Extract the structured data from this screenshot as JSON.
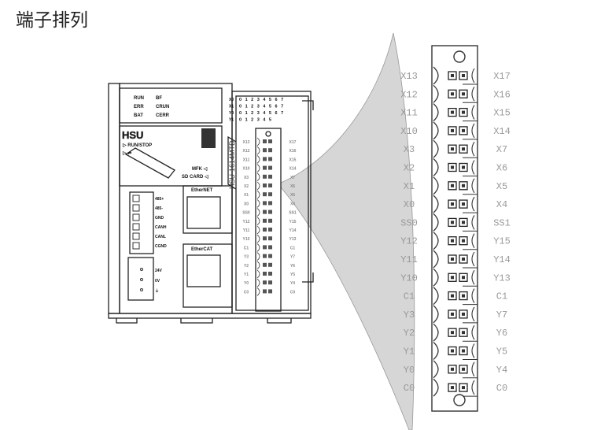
{
  "title": "端子排列",
  "device": {
    "model": "HSU-1614MTD",
    "brand": "HSU",
    "leds_left": [
      "RUN",
      "ERR",
      "BAT"
    ],
    "leds_right": [
      "BF",
      "CRUN",
      "CERR"
    ],
    "run_stop": "RUN/STOP",
    "mfk": "MFK",
    "sd_card": "SD CARD",
    "ethernet": "EtherNET",
    "ethercat": "EtherCAT",
    "comm_terminals": [
      "485+",
      "485-",
      "GND",
      "CANH",
      "CANL",
      "CGND"
    ],
    "power_terminals": [
      "24V",
      "0V",
      "⏚"
    ],
    "io_status_rows": [
      {
        "label": "X0",
        "digits": "0 1 2 3 4 5 6 7"
      },
      {
        "label": "X1",
        "digits": "0 1 2 3 4 5 6 7"
      },
      {
        "label": "Y0",
        "digits": "0 1 2 3 4 5 6 7"
      },
      {
        "label": "Y1",
        "digits": "0 1 2 3 4 5"
      }
    ]
  },
  "terminals": {
    "left": [
      "X13",
      "X12",
      "X11",
      "X10",
      "X3",
      "X2",
      "X1",
      "X0",
      "SS0",
      "Y12",
      "Y11",
      "Y10",
      "C1",
      "Y3",
      "Y2",
      "Y1",
      "Y0",
      "C0"
    ],
    "right": [
      "X17",
      "X16",
      "X15",
      "X14",
      "X7",
      "X6",
      "X5",
      "X4",
      "SS1",
      "Y15",
      "Y14",
      "Y13",
      "C1",
      "Y7",
      "Y6",
      "Y5",
      "Y4",
      "C0"
    ]
  }
}
